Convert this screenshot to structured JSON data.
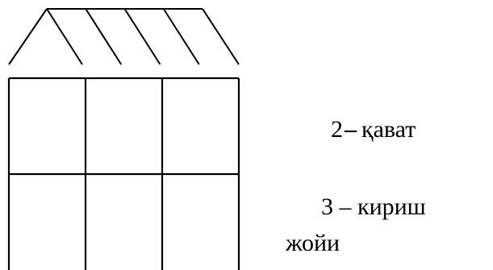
{
  "colors": {
    "stroke": "#000000",
    "background": "#ffffff"
  },
  "house": {
    "stripe_count": 5,
    "columns": 3,
    "rows": 2
  },
  "labels": {
    "floor_number": "2",
    "floor_dash": "–",
    "floor_word": "қават",
    "entrance_line1": "3 –  кириш",
    "entrance_line2": "жойи"
  }
}
